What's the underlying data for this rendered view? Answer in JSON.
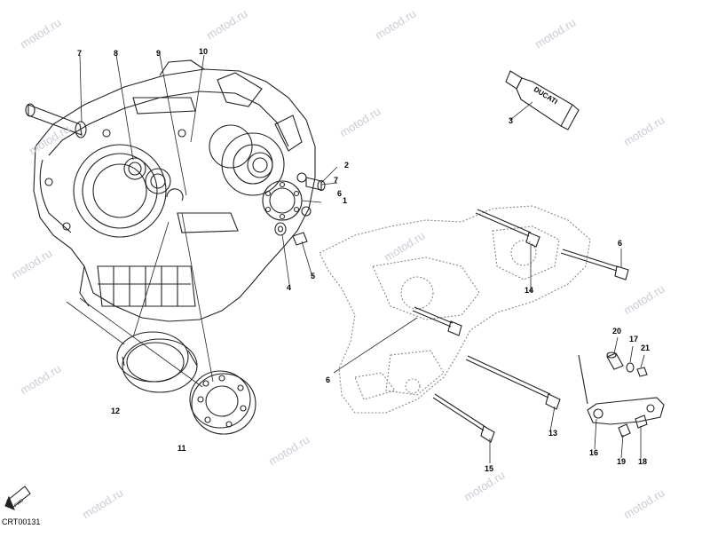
{
  "drawing_code": "CRT00131",
  "watermark": "motod.ru",
  "tube_brand": "DUCATI",
  "fwd_label": "FWD",
  "callouts": [
    "1",
    "2",
    "3",
    "4",
    "5",
    "6",
    "6",
    "6",
    "7",
    "7",
    "8",
    "9",
    "10",
    "11",
    "12",
    "13",
    "14",
    "15",
    "16",
    "17",
    "18",
    "19",
    "20",
    "21"
  ]
}
